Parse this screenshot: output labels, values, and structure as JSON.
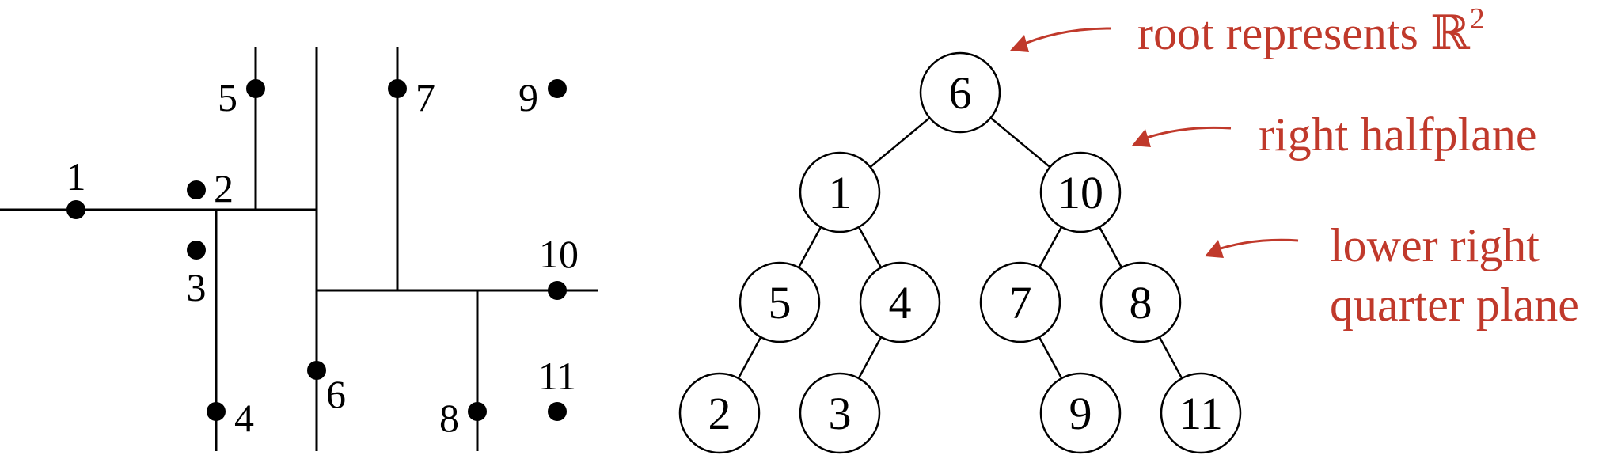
{
  "colors": {
    "ink": "#000000",
    "annotation": "#c0392b"
  },
  "partition": {
    "points": [
      {
        "id": "1",
        "label": "1"
      },
      {
        "id": "2",
        "label": "2"
      },
      {
        "id": "3",
        "label": "3"
      },
      {
        "id": "4",
        "label": "4"
      },
      {
        "id": "5",
        "label": "5"
      },
      {
        "id": "6",
        "label": "6"
      },
      {
        "id": "7",
        "label": "7"
      },
      {
        "id": "8",
        "label": "8"
      },
      {
        "id": "9",
        "label": "9"
      },
      {
        "id": "10",
        "label": "10"
      },
      {
        "id": "11",
        "label": "11"
      }
    ]
  },
  "tree": {
    "nodes": [
      {
        "id": "6",
        "label": "6",
        "parent": null
      },
      {
        "id": "1",
        "label": "1",
        "parent": "6"
      },
      {
        "id": "10",
        "label": "10",
        "parent": "6"
      },
      {
        "id": "5",
        "label": "5",
        "parent": "1"
      },
      {
        "id": "4",
        "label": "4",
        "parent": "1"
      },
      {
        "id": "7",
        "label": "7",
        "parent": "10"
      },
      {
        "id": "8",
        "label": "8",
        "parent": "10"
      },
      {
        "id": "2",
        "label": "2",
        "parent": "5"
      },
      {
        "id": "3",
        "label": "3",
        "parent": "4"
      },
      {
        "id": "9",
        "label": "9",
        "parent": "7"
      },
      {
        "id": "11",
        "label": "11",
        "parent": "8"
      }
    ]
  },
  "annotations": {
    "root": {
      "text": "root represents ",
      "symbol": "ℝ",
      "superscript": "2"
    },
    "right_halfplane": {
      "text": "right halfplane"
    },
    "lower_right": {
      "line1": "lower right",
      "line2": "quarter plane"
    }
  }
}
